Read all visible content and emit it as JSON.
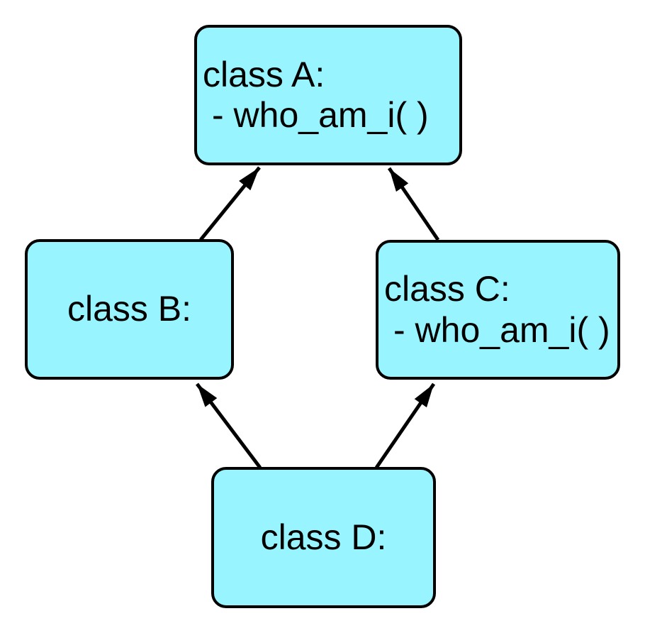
{
  "colors": {
    "background": "#ffffff",
    "node_fill": "#98f5ff",
    "node_border": "#000000",
    "arrow": "#000000"
  },
  "nodes": {
    "A": {
      "title": "class A:",
      "method": "- who_am_i( )"
    },
    "B": {
      "title": "class B:"
    },
    "C": {
      "title": "class C:",
      "method": "- who_am_i( )"
    },
    "D": {
      "title": "class D:"
    }
  },
  "edges": [
    {
      "from": "class B",
      "to": "class A"
    },
    {
      "from": "class C",
      "to": "class A"
    },
    {
      "from": "class D",
      "to": "class B"
    },
    {
      "from": "class D",
      "to": "class C"
    }
  ]
}
